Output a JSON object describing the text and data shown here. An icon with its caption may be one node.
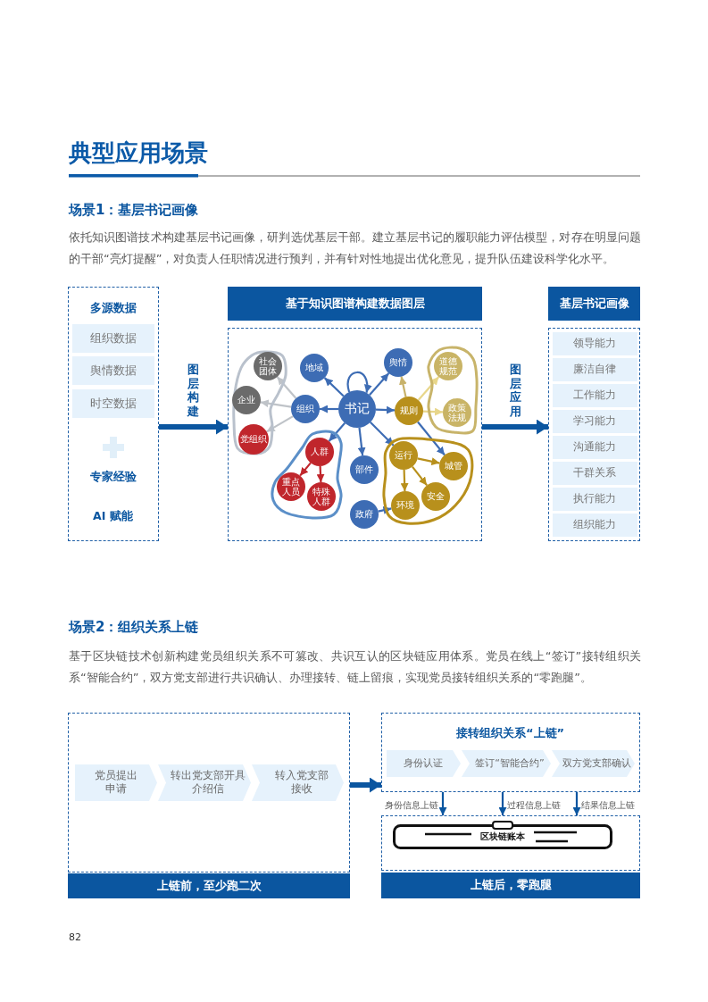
{
  "diagram": {
    "title": "典型应用场景",
    "nodes": [
      {
        "text": [
          "多源数据",
          "专家经验",
          "AI 赋能"
        ]
      },
      {
        "text": [
          "组织数据"
        ],
        "in": 0
      },
      {
        "text": [
          "舆情数据"
        ],
        "in": 0
      },
      {
        "text": [
          "时空数据"
        ],
        "in": 0
      },
      {
        "text": [
          "基于知识图谱构建数据图层"
        ]
      },
      {
        "text": [],
        "shape": "box"
      },
      {
        "text": [],
        "shape": "blob",
        "in": 5
      },
      {
        "text": [
          "社会团体"
        ],
        "in": 6
      },
      {
        "text": [
          "地域"
        ],
        "in": 5
      },
      {
        "text": [
          "舆情"
        ],
        "in": 5
      },
      {
        "text": [],
        "shape": "blob",
        "in": 5
      },
      {
        "text": [
          "道德规范"
        ],
        "in": 10
      },
      {
        "text": [
          "企业"
        ],
        "in": 6
      },
      {
        "text": [
          "书记"
        ],
        "in": 5
      },
      {
        "text": [
          "组织"
        ],
        "in": 5
      },
      {
        "text": [
          "规则"
        ],
        "in": 5
      },
      {
        "text": [
          "政策法规"
        ],
        "in": 10
      },
      {
        "text": [
          "党组织"
        ],
        "in": 6
      },
      {
        "text": [],
        "shape": "blob",
        "in": 5
      },
      {
        "text": [
          "人群"
        ],
        "in": 18
      },
      {
        "text": [],
        "shape": "blob",
        "in": 5
      },
      {
        "text": [
          "运行"
        ],
        "in": 20
      },
      {
        "text": [
          "部件"
        ],
        "in": 5
      },
      {
        "text": [
          "城管"
        ],
        "in": 20
      },
      {
        "text": [
          "重点人员"
        ],
        "in": 18
      },
      {
        "text": [
          "特殊人群"
        ],
        "in": 18
      },
      {
        "text": [
          "安全"
        ],
        "in": 20
      },
      {
        "text": [
          "环境"
        ],
        "in": 20
      },
      {
        "text": [
          "政府"
        ],
        "in": 5
      },
      {
        "text": [
          "基层书记画像"
        ]
      },
      {
        "text": [],
        "shape": "box"
      },
      {
        "text": [
          "领导能力"
        ],
        "in": 30
      },
      {
        "text": [
          "廉洁自律"
        ],
        "in": 30
      },
      {
        "text": [
          "工作能力"
        ],
        "in": 30
      },
      {
        "text": [
          "学习能力"
        ],
        "in": 30
      },
      {
        "text": [
          "沟通能力"
        ],
        "in": 30
      },
      {
        "text": [
          "干群关系"
        ],
        "in": 30
      },
      {
        "text": [
          "执行能力"
        ],
        "in": 30
      },
      {
        "text": [
          "组织能力"
        ],
        "in": 30
      },
      {
        "text": [],
        "shape": "box"
      },
      {
        "text": [
          "党员提出申请"
        ],
        "in": 39
      },
      {
        "text": [
          "转出党支部开具介绍信"
        ],
        "in": 39
      },
      {
        "text": [
          "转入党支部接收"
        ],
        "in": 39
      },
      {
        "text": [
          "上链前，至少跑二次"
        ]
      },
      {
        "text": [
          "接转组织关系“上链”"
        ]
      },
      {
        "text": [
          "身份认证"
        ],
        "in": 44
      },
      {
        "text": [
          "签订“智能合约”"
        ],
        "in": 44
      },
      {
        "text": [
          "双方党支部确认"
        ],
        "in": 44
      },
      {
        "text": [],
        "shape": "box"
      },
      {
        "text": [
          "区块链账本"
        ],
        "in": 48
      },
      {
        "text": [
          "上链后，零跑腿"
        ]
      }
    ],
    "edges": [
      {
        "from": 0,
        "to": 5,
        "arrow": "to",
        "label": "图层构建",
        "style": "thick",
        "color": "#0b56a0"
      },
      {
        "from": 5,
        "to": 30,
        "arrow": "to",
        "label": "图层应用",
        "style": "thick",
        "color": "#0b56a0"
      },
      {
        "from": 13,
        "to": 13,
        "arrow": "to"
      },
      {
        "from": 13,
        "to": 8,
        "arrow": "to"
      },
      {
        "from": 13,
        "to": 14,
        "arrow": "to"
      },
      {
        "from": 13,
        "to": 9,
        "arrow": "to"
      },
      {
        "from": 13,
        "to": 15,
        "arrow": "to"
      },
      {
        "from": 13,
        "to": 19,
        "arrow": "to"
      },
      {
        "from": 13,
        "to": 22,
        "arrow": "to"
      },
      {
        "from": 13,
        "to": 21,
        "arrow": "to"
      },
      {
        "from": 14,
        "to": 7,
        "arrow": "to",
        "color": "#bfc3c8"
      },
      {
        "from": 14,
        "to": 12,
        "arrow": "to",
        "color": "#bfc3c8"
      },
      {
        "from": 14,
        "to": 17,
        "arrow": "to",
        "color": "#bfc3c8"
      },
      {
        "from": 15,
        "to": 9,
        "arrow": "to",
        "color": "#c8b26a"
      },
      {
        "from": 15,
        "to": 11,
        "arrow": "to",
        "color": "#e8d68a"
      },
      {
        "from": 15,
        "to": 16,
        "arrow": "to",
        "color": "#e8d68a"
      },
      {
        "from": 15,
        "to": 23,
        "arrow": "to"
      },
      {
        "from": 19,
        "to": 24,
        "arrow": "to",
        "color": "#c0262c"
      },
      {
        "from": 19,
        "to": 25,
        "arrow": "to",
        "color": "#c0262c"
      },
      {
        "from": 21,
        "to": 23,
        "arrow": "to",
        "color": "#b8901c"
      },
      {
        "from": 21,
        "to": 26,
        "arrow": "to",
        "color": "#b8901c"
      },
      {
        "from": 21,
        "to": 27,
        "arrow": "to",
        "color": "#b8901c"
      },
      {
        "from": 28,
        "to": 27,
        "arrow": "to"
      },
      {
        "from": 39,
        "to": 44,
        "arrow": "to",
        "style": "thick",
        "color": "#0b56a0"
      },
      {
        "from": 44,
        "to": 48,
        "arrow": "to",
        "label": "身份信息上链",
        "color": "#0b56a0"
      },
      {
        "from": 44,
        "to": 48,
        "arrow": "to",
        "label": "过程信息上链",
        "color": "#0b56a0"
      },
      {
        "from": 44,
        "to": 48,
        "arrow": "to",
        "label": "结果信息上链",
        "color": "#0b56a0"
      }
    ],
    "labels": [
      "场景1：基层书记画像",
      "依托知识图谱技术构建基层书记画像，研判选优基层干部。建立基层书记的履职能力评估模型，对存在明显问题的干部“亮灯提醒”，对负责人任职情况进行预判，并有针对性地提出优化意见，提升队伍建设科学化水平。",
      "场景2：组织关系上链",
      "基于区块链技术创新构建党员组织关系不可篡改、共识互认的区块链应用体系。党员在线上“签订”接转组织关系“智能合约”，双方党支部进行共识确认、办理接转、链上留痕，实现党员接转组织关系的“零跑腿”。",
      "82"
    ]
  }
}
